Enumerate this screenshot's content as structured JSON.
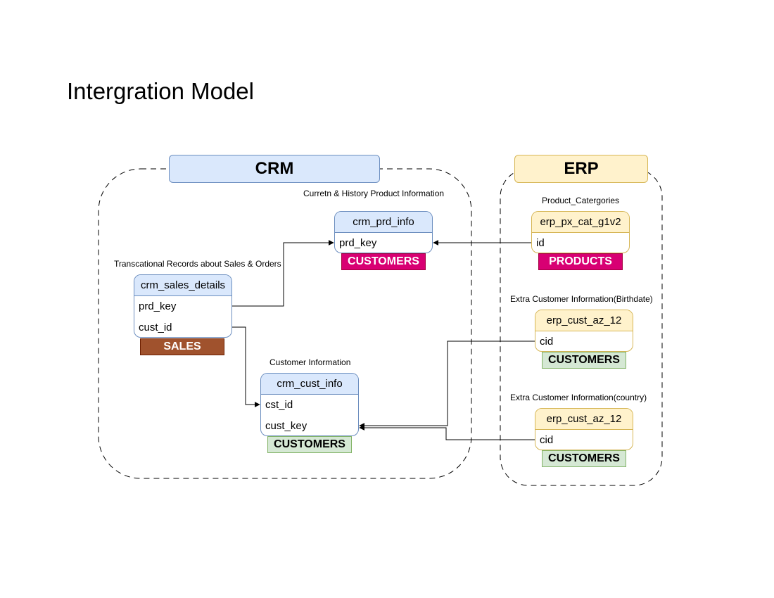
{
  "title": "Intergration Model",
  "groups": {
    "crm": {
      "label": "CRM"
    },
    "erp": {
      "label": "ERP"
    }
  },
  "captions": {
    "prd_info": "Curretn & History Product Information",
    "sales": "Transcational Records about Sales & Orders",
    "cust_info": "Customer Information",
    "px_cat": "Product_Catergories",
    "cust_az_birthdate": "Extra Customer Information(Birthdate)",
    "cust_az_country": "Extra Customer Information(country)"
  },
  "tables": {
    "crm_prd_info": {
      "name": "crm_prd_info",
      "fields": [
        "prd_key"
      ],
      "tag": "CUSTOMERS"
    },
    "crm_sales_details": {
      "name": "crm_sales_details",
      "fields": [
        "prd_key",
        "cust_id"
      ],
      "tag": "SALES"
    },
    "crm_cust_info": {
      "name": "crm_cust_info",
      "fields": [
        "cst_id",
        "cust_key"
      ],
      "tag": "CUSTOMERS"
    },
    "erp_px_cat_g1v2": {
      "name": "erp_px_cat_g1v2",
      "fields": [
        "id"
      ],
      "tag": "PRODUCTS"
    },
    "erp_cust_az_12_a": {
      "name": "erp_cust_az_12",
      "fields": [
        "cid"
      ],
      "tag": "CUSTOMERS"
    },
    "erp_cust_az_12_b": {
      "name": "erp_cust_az_12",
      "fields": [
        "cid"
      ],
      "tag": "CUSTOMERS"
    }
  },
  "colors": {
    "crm_fill": "#dae8fc",
    "crm_stroke": "#6c8ebf",
    "erp_fill": "#fff2cc",
    "erp_stroke": "#d6b656",
    "tag_pink": "#d80073",
    "tag_brown": "#a0522d",
    "tag_green": "#d5e8d4"
  }
}
